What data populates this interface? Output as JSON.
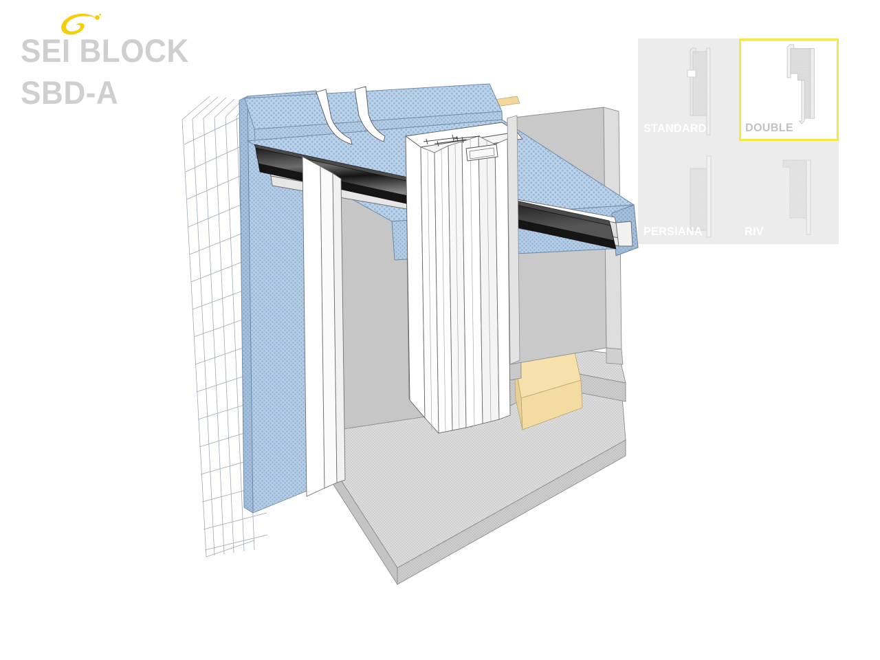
{
  "brand": {
    "logo_icon": "sei-block-swoosh-logo",
    "name": "SEI BLOCK",
    "model": "SBD-A",
    "logo_color": "#f2cf0a",
    "text_color": "#cfcfcf"
  },
  "viewport": {
    "title": "SBD-A 3D assembly detail",
    "drawing_type": "isometric-cutaway",
    "parts": [
      {
        "name": "reinforcement-mesh",
        "color": "#b9bec7"
      },
      {
        "name": "insulation-panel",
        "color": "#aac4e0"
      },
      {
        "name": "wall-block",
        "color": "#c9c9c9"
      },
      {
        "name": "lintel-profile",
        "color": "#ffffff"
      },
      {
        "name": "seal-gasket",
        "color": "#2b2b2b"
      },
      {
        "name": "door-jamb-profile",
        "color": "#ffffff"
      },
      {
        "name": "floor-slab",
        "color": "#d8d8d8"
      },
      {
        "name": "threshold-strip",
        "color": "#f4dfa8"
      },
      {
        "name": "top-sealing-strip",
        "color": "#f2d79a"
      }
    ]
  },
  "variants": {
    "selected": "DOUBLE",
    "selected_border_color": "#f5e745",
    "cell_background": "#ececec",
    "items": [
      {
        "id": "standard",
        "label": "STANDARD",
        "icon": "profile-standard-icon",
        "selected": false
      },
      {
        "id": "double",
        "label": "DOUBLE",
        "icon": "profile-double-icon",
        "selected": true
      },
      {
        "id": "persiana",
        "label": "PERSIANA",
        "icon": "profile-persiana-icon",
        "selected": false
      },
      {
        "id": "riv",
        "label": "RIV",
        "icon": "profile-riv-icon",
        "selected": false
      }
    ]
  }
}
